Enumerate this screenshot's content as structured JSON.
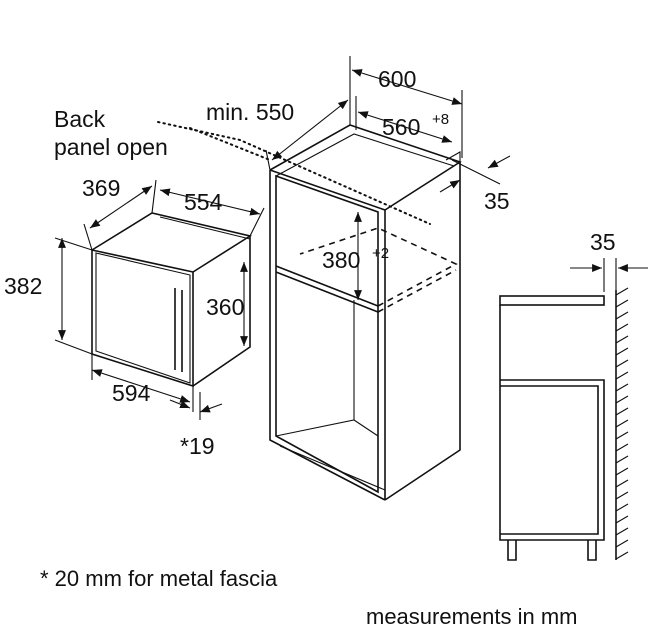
{
  "labels": {
    "back_panel_line1": "Back",
    "back_panel_line2": "panel open",
    "min_depth": "min. 550",
    "width_600": "600",
    "width_560": "560",
    "width_560_sup": "+8",
    "gap_35_right": "35",
    "height_380": "380",
    "height_380_sup": "+2",
    "depth_369": "369",
    "width_554": "554",
    "height_382": "382",
    "height_360": "360",
    "width_594": "594",
    "fascia_19": "*19",
    "gap_35_side": "35"
  },
  "notes": {
    "metal_fascia": "* 20 mm for metal fascia",
    "units": "measurements in mm"
  }
}
